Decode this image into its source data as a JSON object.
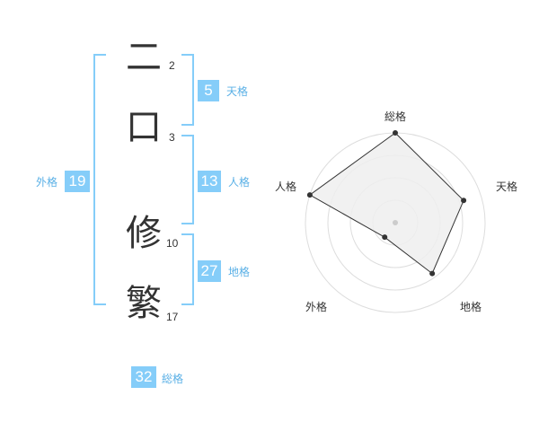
{
  "name": {
    "characters": [
      {
        "char": "二",
        "strokes": "2"
      },
      {
        "char": "口",
        "strokes": "3"
      },
      {
        "char": "修",
        "strokes": "10"
      },
      {
        "char": "繁",
        "strokes": "17"
      }
    ]
  },
  "fortunes": {
    "tenkaku": {
      "value": "5",
      "label": "天格"
    },
    "jinkaku": {
      "value": "13",
      "label": "人格"
    },
    "chikaku": {
      "value": "27",
      "label": "地格"
    },
    "gaikaku": {
      "value": "19",
      "label": "外格"
    },
    "soukaku": {
      "value": "32",
      "label": "総格"
    }
  },
  "chart_data": {
    "type": "radar",
    "axes": [
      "総格",
      "天格",
      "地格",
      "外格",
      "人格"
    ],
    "values": [
      1.0,
      0.8,
      0.7,
      0.2,
      1.0
    ],
    "rings": 4,
    "colors": {
      "fill": "#eeeeee",
      "stroke": "#333333",
      "ring": "#dddddd",
      "point": "#333333",
      "center": "#cccccc"
    }
  },
  "colors": {
    "accent": "#85cdf9",
    "label": "#5ab0e6"
  }
}
